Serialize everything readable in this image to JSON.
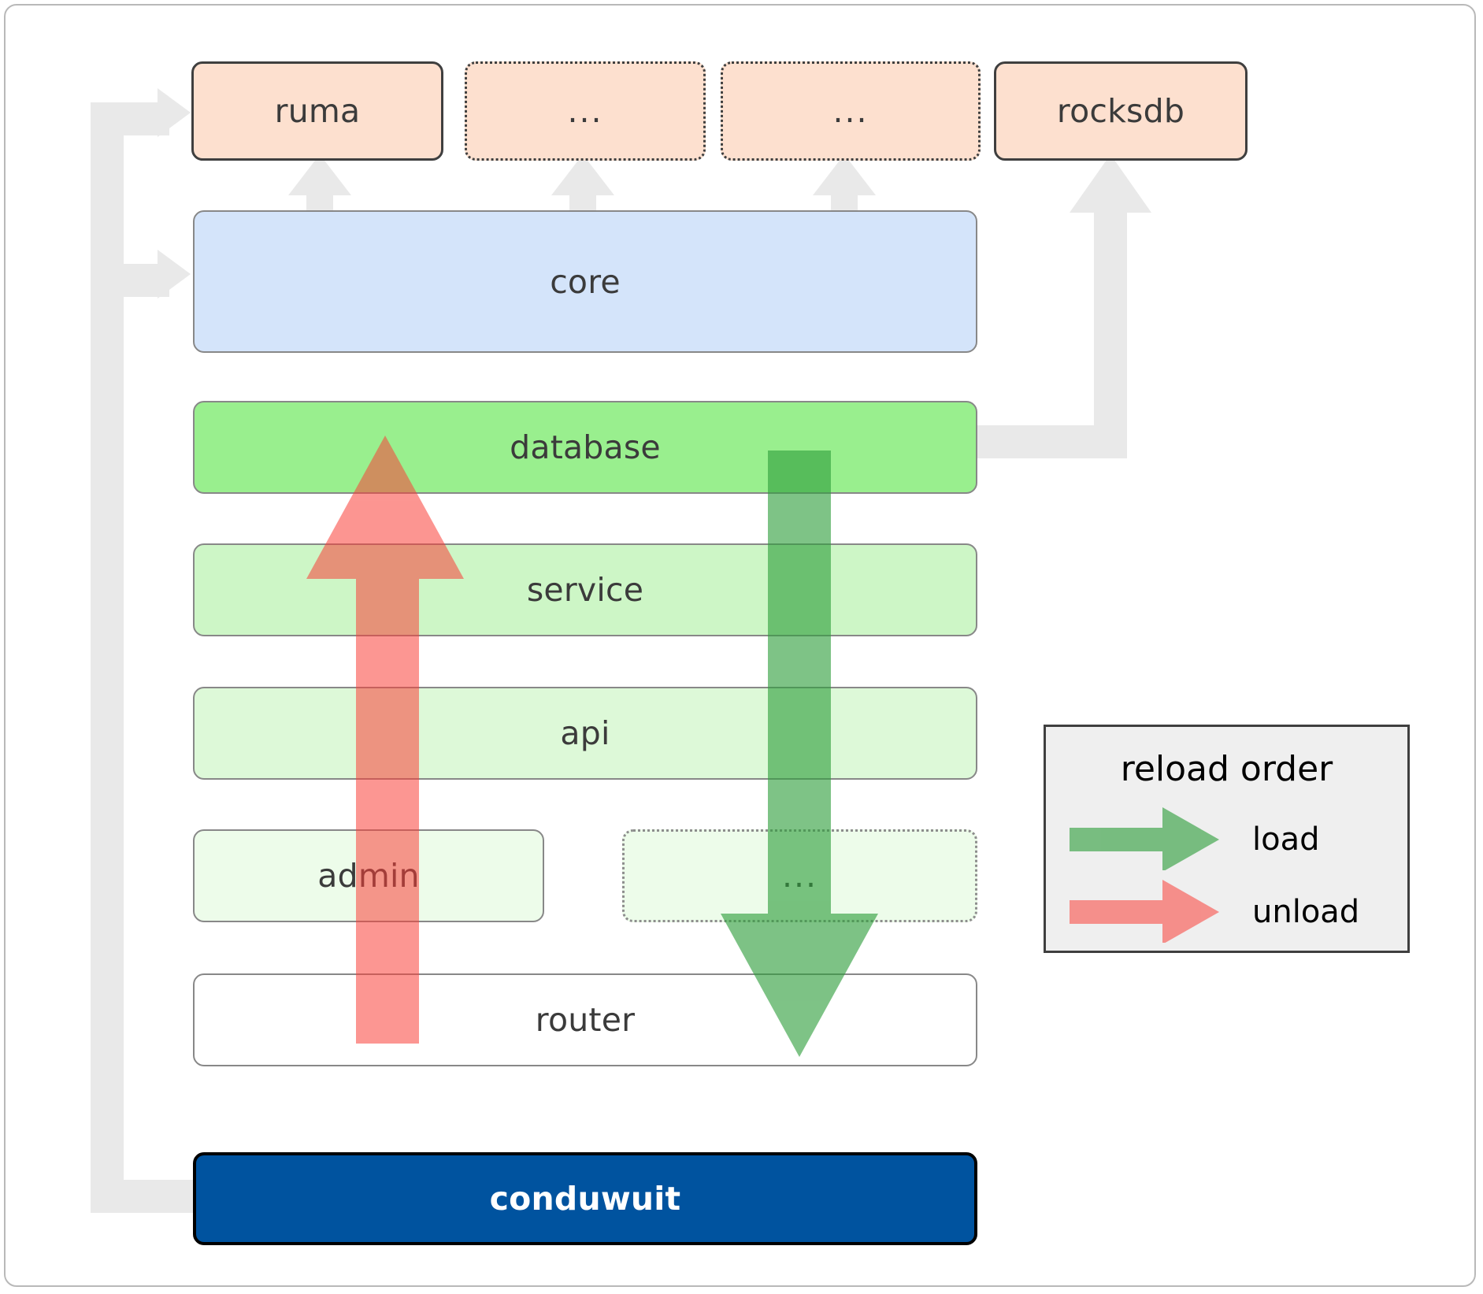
{
  "diagram": {
    "title": "conduwuit crate layering / reload order",
    "background_color": "#ffffff",
    "frame_border_color": "#b9b9b9"
  },
  "dependencies_row": {
    "items": [
      {
        "id": "ruma",
        "label": "ruma",
        "style": "solid",
        "fill": "#fde0cf",
        "border": "#3f3f3f"
      },
      {
        "id": "dots1",
        "label": "...",
        "style": "dotted",
        "fill": "#fde0cf",
        "border": "#3f3f3f"
      },
      {
        "id": "dots2",
        "label": "...",
        "style": "dotted",
        "fill": "#fde0cf",
        "border": "#3f3f3f"
      },
      {
        "id": "rocksdb",
        "label": "rocksdb",
        "style": "solid",
        "fill": "#fde0cf",
        "border": "#3f3f3f"
      }
    ]
  },
  "layers": [
    {
      "id": "core",
      "label": "core",
      "fill": "#d4e4fa",
      "border": "#888888",
      "style": "solid"
    },
    {
      "id": "database",
      "label": "database",
      "fill": "#99ef8e",
      "border": "#888888",
      "style": "solid"
    },
    {
      "id": "service",
      "label": "service",
      "fill": "#cdf6c6",
      "border": "#888888",
      "style": "solid"
    },
    {
      "id": "api",
      "label": "api",
      "fill": "#ddf9d8",
      "border": "#888888",
      "style": "solid"
    },
    {
      "id": "admin",
      "label": "admin",
      "fill": "#edfcea",
      "border": "#888888",
      "style": "solid"
    },
    {
      "id": "extra",
      "label": "...",
      "fill": "#edfcea",
      "border": "#8d8d8d",
      "style": "dotted"
    },
    {
      "id": "router",
      "label": "router",
      "fill": "#ffffff",
      "border": "#888888",
      "style": "solid"
    }
  ],
  "binary": {
    "id": "conduwuit",
    "label": "conduwuit",
    "fill": "#00539f",
    "text_color": "#ffffff",
    "border": "#000000"
  },
  "legend": {
    "title": "reload order",
    "entries": [
      {
        "id": "load",
        "label": "load",
        "color": "#4caf50"
      },
      {
        "id": "unload",
        "label": "unload",
        "color": "#f8837f"
      }
    ],
    "background": "#efefef",
    "border": "#3f3f3f"
  },
  "flows": {
    "load": {
      "direction": "down",
      "color": "#3ba442",
      "from": "database",
      "to": "router"
    },
    "unload": {
      "direction": "up",
      "color": "#fa5f5a",
      "from": "router",
      "to": "database"
    }
  },
  "connectors": {
    "color": "#e9e9e9",
    "edges": [
      {
        "from": "conduwuit",
        "to": "ruma"
      },
      {
        "from": "conduwuit",
        "to": "core"
      },
      {
        "from": "core",
        "to": "ruma"
      },
      {
        "from": "core",
        "to": "dots1"
      },
      {
        "from": "core",
        "to": "dots2"
      },
      {
        "from": "database",
        "to": "rocksdb"
      }
    ]
  }
}
